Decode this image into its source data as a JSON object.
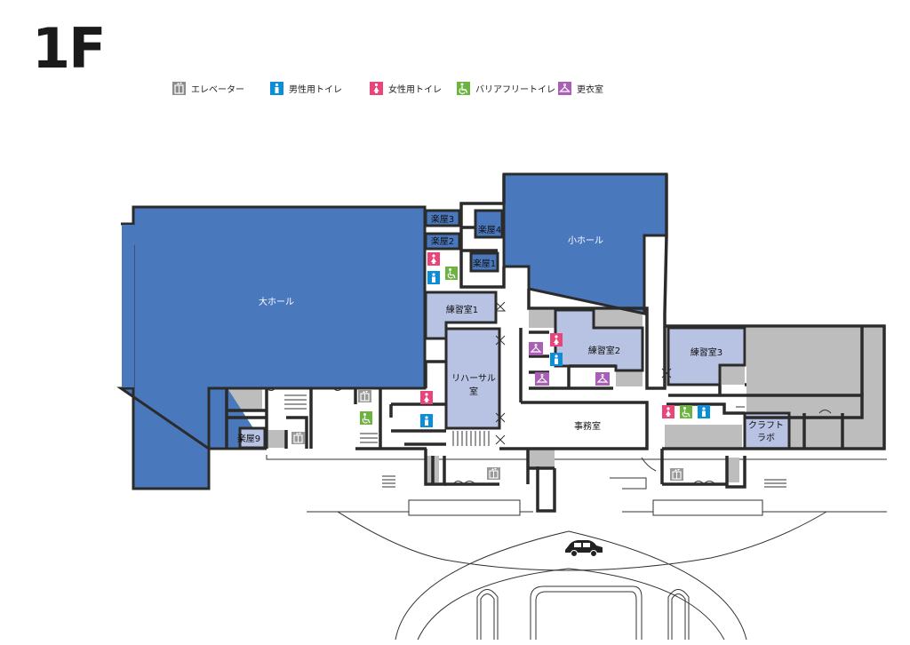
{
  "floor": "1F",
  "legend": [
    {
      "label": "エレベーター",
      "icon": "elevator-icon",
      "color": "#8c8c8c"
    },
    {
      "label": "男性用トイレ",
      "icon": "male-toilet-icon",
      "color": "#0a8ed8"
    },
    {
      "label": "女性用トイレ",
      "icon": "female-toilet-icon",
      "color": "#e8457a"
    },
    {
      "label": "バリアフリートイレ",
      "icon": "accessible-toilet-icon",
      "color": "#6cb33f"
    },
    {
      "label": "更衣室",
      "icon": "dressing-room-icon",
      "color": "#a85fb5"
    }
  ],
  "rooms": {
    "daihall": "大ホール",
    "shohall": "小ホール",
    "gakuya1": "楽屋1",
    "gakuya2": "楽屋2",
    "gakuya3": "楽屋3",
    "gakuya4": "楽屋4",
    "gakuya9": "楽屋9",
    "renshu1": "練習室1",
    "renshu2": "練習室2",
    "renshu3": "練習室3",
    "rehearsal_line1": "リハーサル",
    "rehearsal_line2": "室",
    "jimushitsu": "事務室",
    "craft_line1": "クラフト",
    "craft_line2": "ラボ"
  },
  "colors": {
    "hall": "#4a78bd",
    "room": "#b8c3e3",
    "service": "#bdbdbd",
    "wall": "#2b2b2b"
  }
}
